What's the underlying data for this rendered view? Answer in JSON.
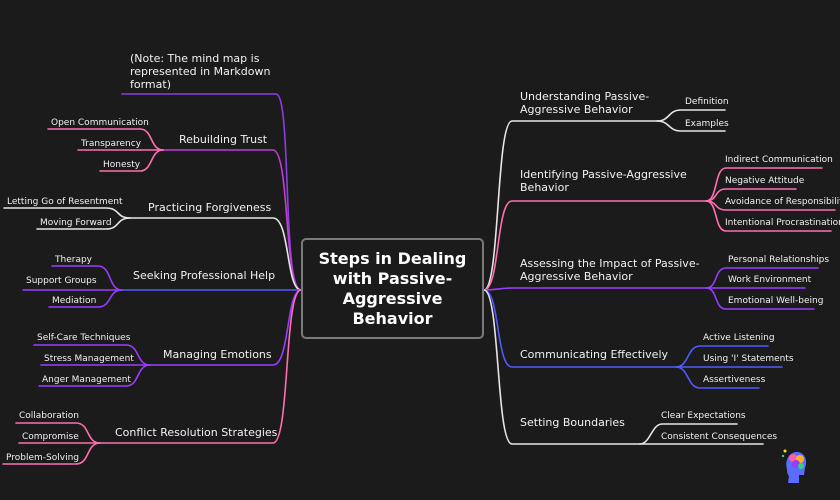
{
  "center_title": "Steps in Dealing with Passive-Aggressive Behavior",
  "colors": {
    "background": "#1b1b1b",
    "white": "#e6e6e6",
    "pink": "#ff6fae",
    "purple": "#9a3cff",
    "blue": "#4f5bff",
    "magenta": "#c23cd9"
  },
  "left": {
    "note": "(Note: The mind map is represented in Markdown format)",
    "rebuilding_trust": {
      "label": "Rebuilding Trust",
      "children": [
        "Open Communication",
        "Transparency",
        "Honesty"
      ]
    },
    "practicing_forgiveness": {
      "label": "Practicing Forgiveness",
      "children": [
        "Letting Go of Resentment",
        "Moving Forward"
      ]
    },
    "seeking_help": {
      "label": "Seeking Professional Help",
      "children": [
        "Therapy",
        "Support Groups",
        "Mediation"
      ]
    },
    "managing_emotions": {
      "label": "Managing Emotions",
      "children": [
        "Self-Care Techniques",
        "Stress Management",
        "Anger Management"
      ]
    },
    "conflict_resolution": {
      "label": "Conflict Resolution Strategies",
      "children": [
        "Collaboration",
        "Compromise",
        "Problem-Solving"
      ]
    }
  },
  "right": {
    "understanding": {
      "label": "Understanding Passive-Aggressive Behavior",
      "children": [
        "Definition",
        "Examples"
      ]
    },
    "identifying": {
      "label": "Identifying Passive-Aggressive Behavior",
      "children": [
        "Indirect Communication",
        "Negative Attitude",
        "Avoidance of Responsibility",
        "Intentional Procrastination"
      ]
    },
    "assessing": {
      "label": "Assessing the Impact of Passive-Aggressive Behavior",
      "children": [
        "Personal Relationships",
        "Work Environment",
        "Emotional Well-being"
      ]
    },
    "communicating": {
      "label": "Communicating Effectively",
      "children": [
        "Active Listening",
        "Using 'I' Statements",
        "Assertiveness"
      ]
    },
    "boundaries": {
      "label": "Setting Boundaries",
      "children": [
        "Clear Expectations",
        "Consistent Consequences"
      ]
    }
  }
}
